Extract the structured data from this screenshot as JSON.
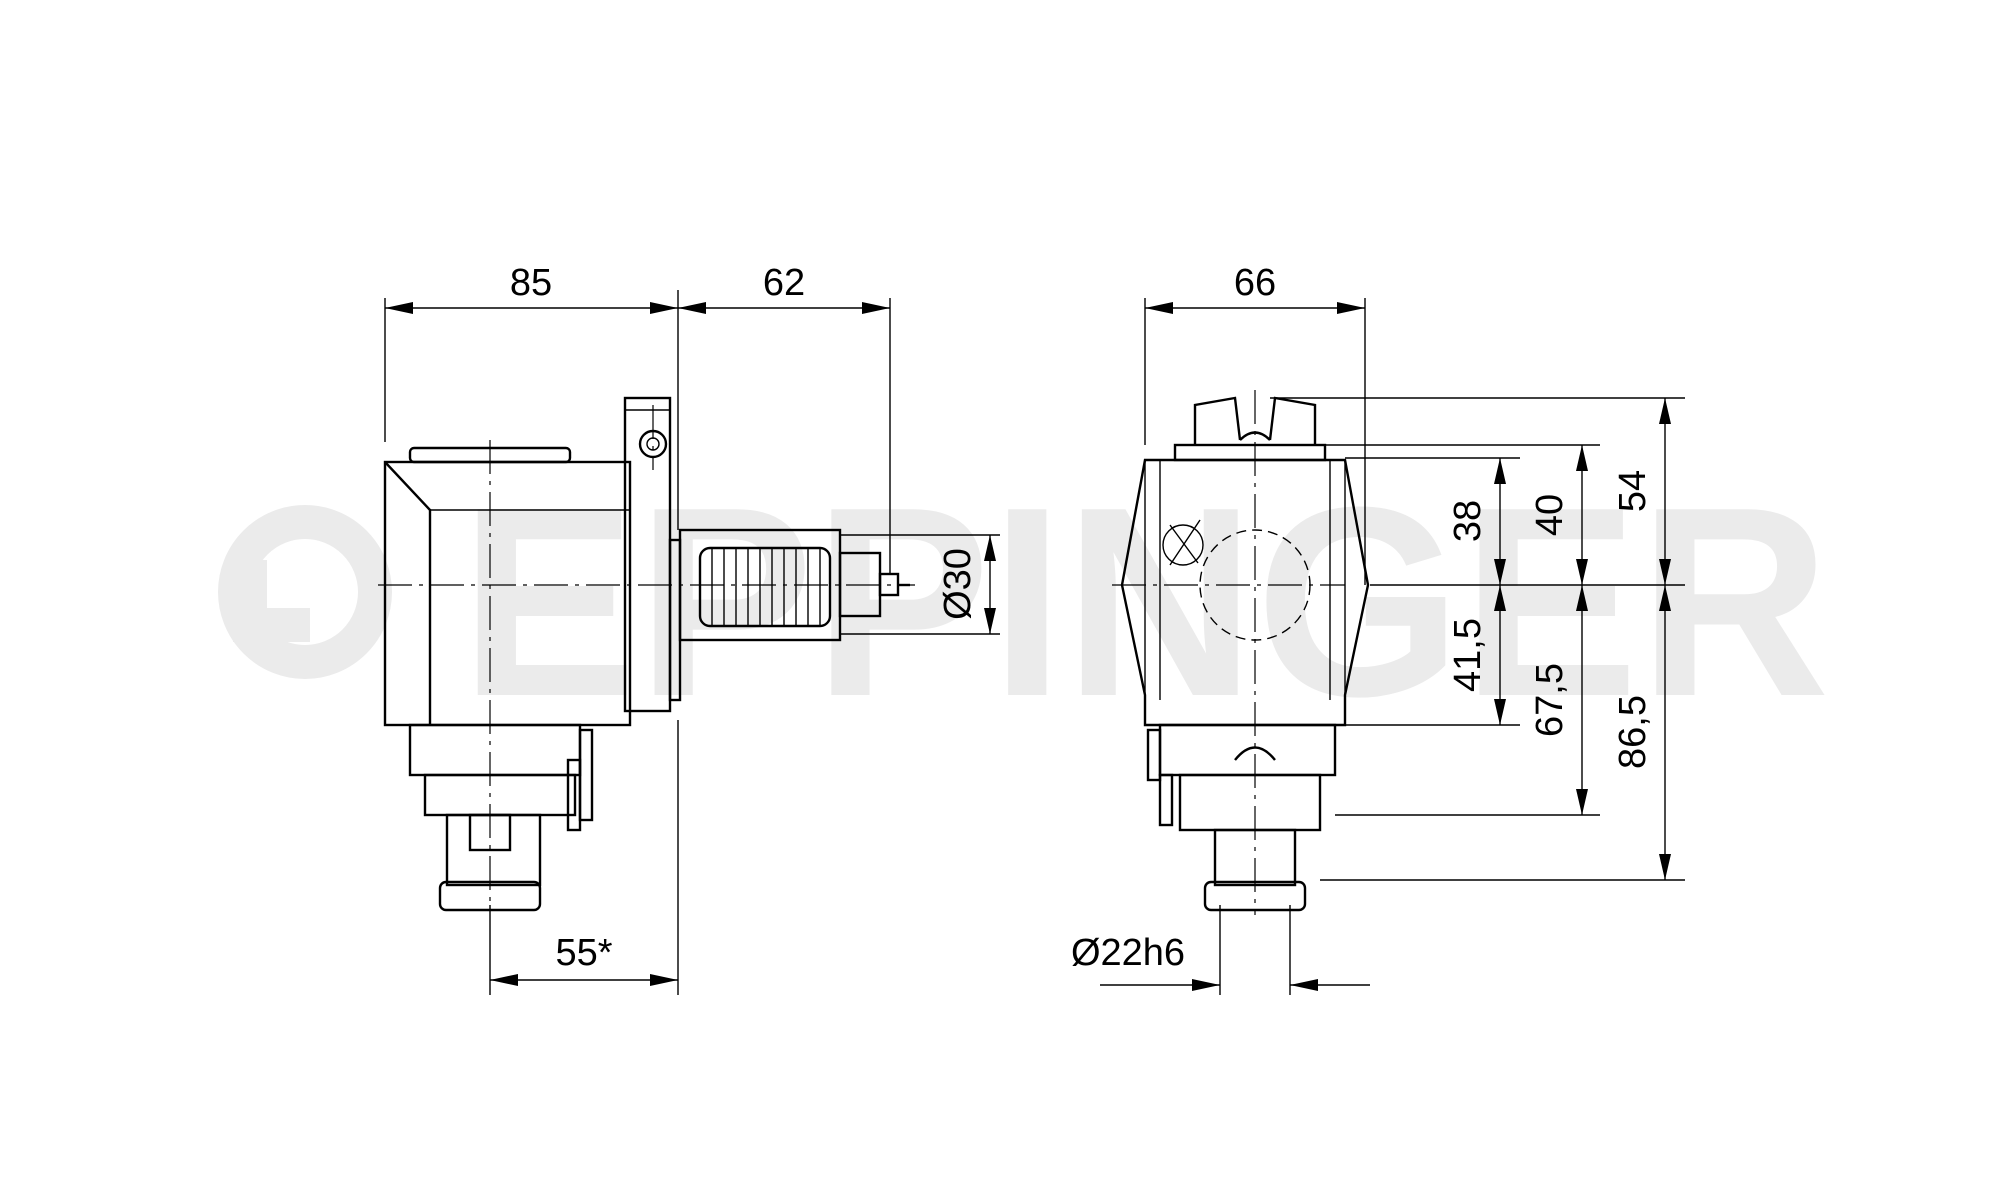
{
  "watermark": {
    "text": "EPPINGER",
    "color": "#ebebeb"
  },
  "side_view": {
    "dimensions": {
      "body_length": "85",
      "spindle_projection": "62",
      "spindle_diameter": "Ø30",
      "shank_offset": "55*"
    }
  },
  "front_view": {
    "dimensions": {
      "width": "66",
      "upper_38": "38",
      "upper_40": "40",
      "upper_54": "54",
      "lower_41_5": "41,5",
      "lower_67_5": "67,5",
      "lower_86_5": "86,5",
      "shank_diameter": "Ø22h6"
    }
  },
  "colors": {
    "line": "#000000",
    "background": "#ffffff"
  }
}
